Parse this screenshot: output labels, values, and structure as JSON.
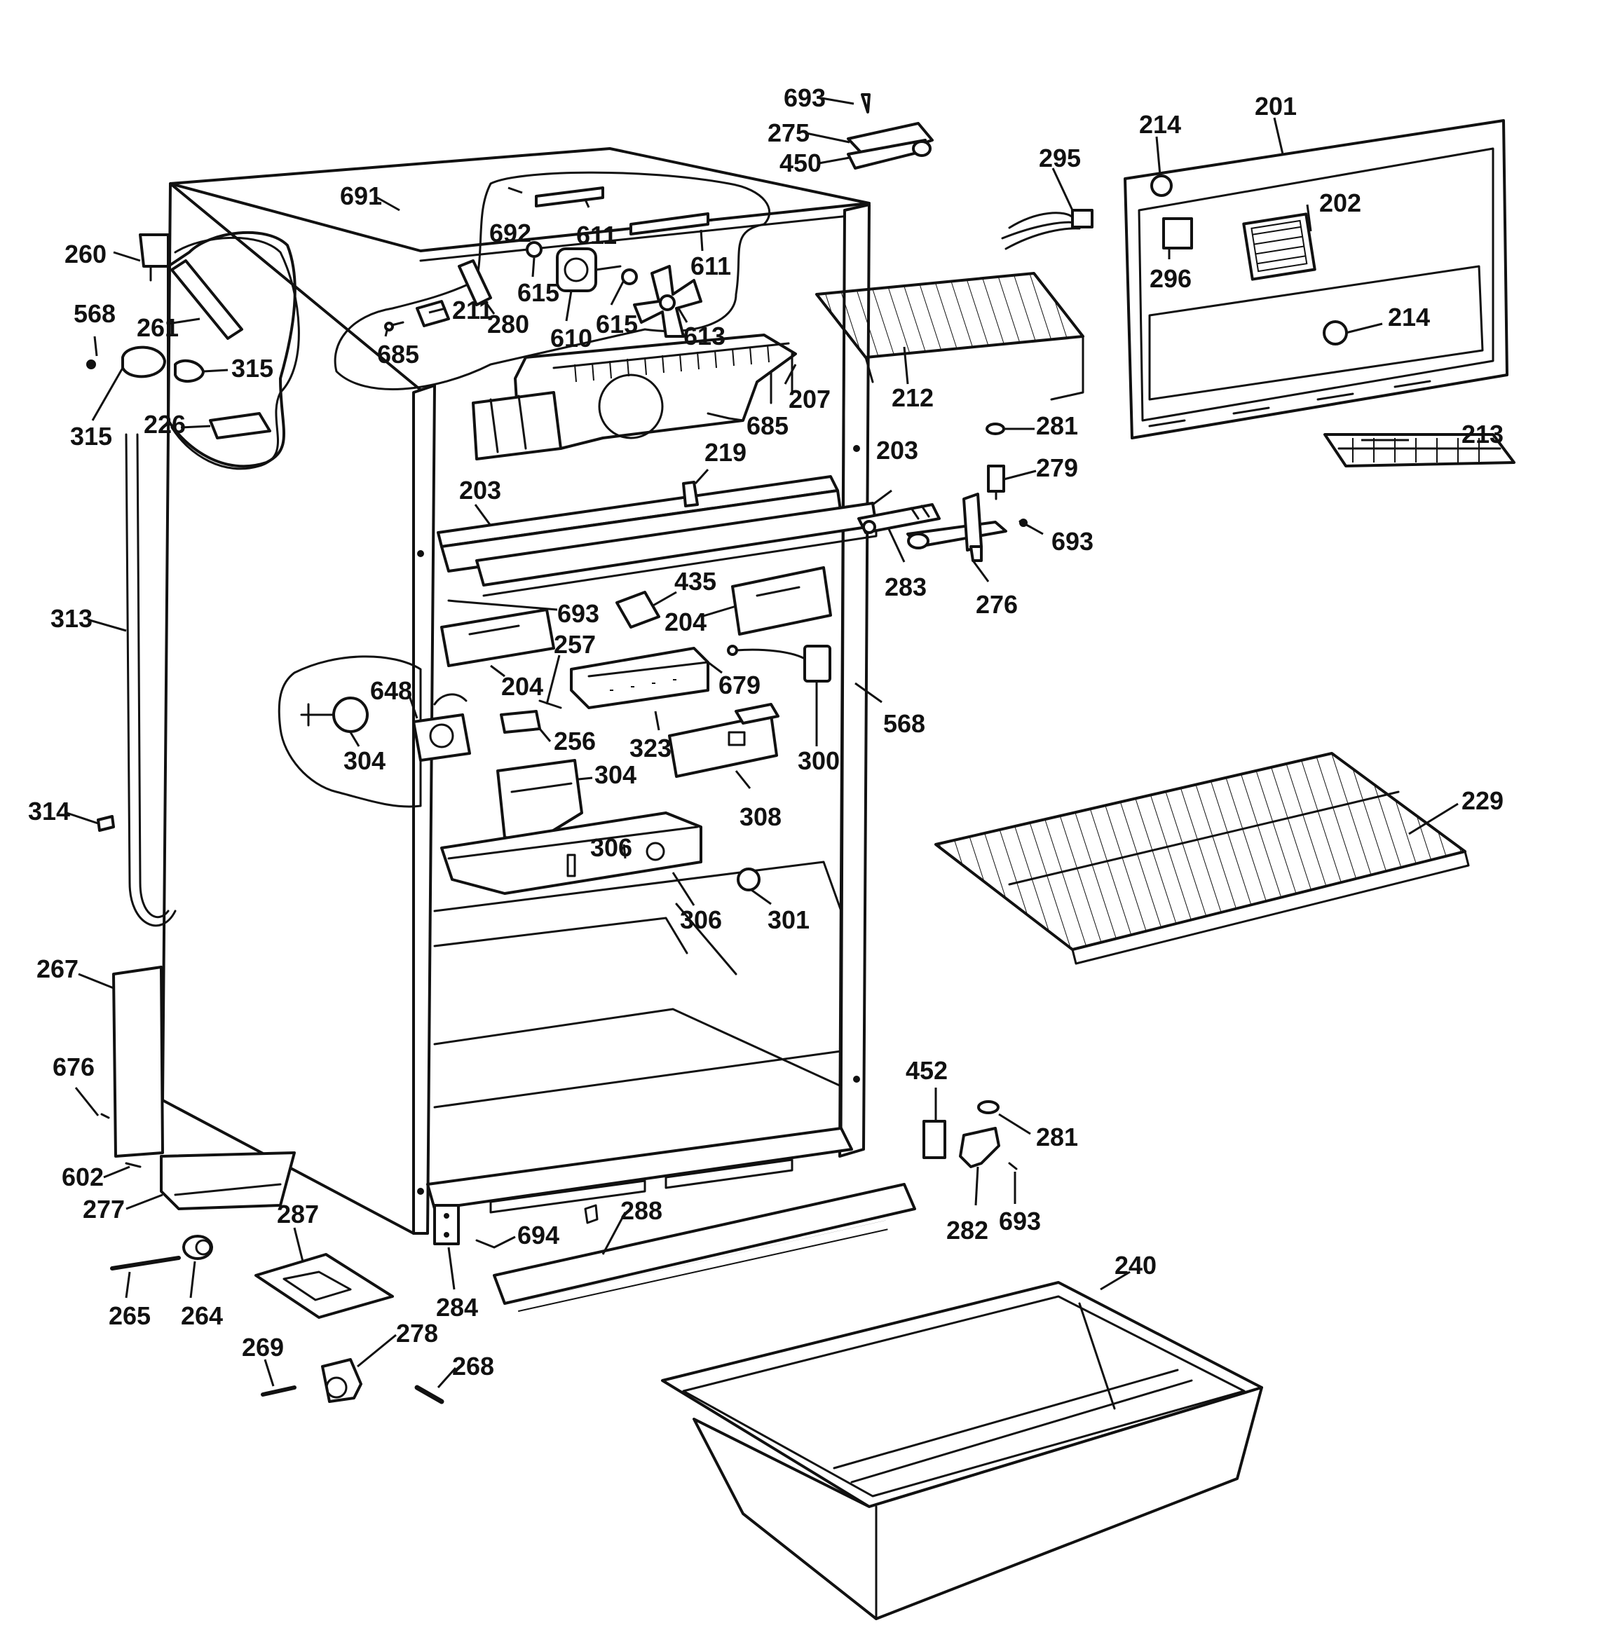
{
  "labels": [
    {
      "id": "693a",
      "text": "693"
    },
    {
      "id": "275",
      "text": "275"
    },
    {
      "id": "450",
      "text": "450"
    },
    {
      "id": "214a",
      "text": "214"
    },
    {
      "id": "201",
      "text": "201"
    },
    {
      "id": "295",
      "text": "295"
    },
    {
      "id": "202",
      "text": "202"
    },
    {
      "id": "296",
      "text": "296"
    },
    {
      "id": "214b",
      "text": "214"
    },
    {
      "id": "691",
      "text": "691"
    },
    {
      "id": "692",
      "text": "692"
    },
    {
      "id": "611a",
      "text": "611"
    },
    {
      "id": "611b",
      "text": "611"
    },
    {
      "id": "260",
      "text": "260"
    },
    {
      "id": "615a",
      "text": "615"
    },
    {
      "id": "211",
      "text": "211"
    },
    {
      "id": "280",
      "text": "280"
    },
    {
      "id": "610",
      "text": "610"
    },
    {
      "id": "615b",
      "text": "615"
    },
    {
      "id": "613",
      "text": "613"
    },
    {
      "id": "568a",
      "text": "568"
    },
    {
      "id": "261",
      "text": "261"
    },
    {
      "id": "685a",
      "text": "685"
    },
    {
      "id": "315a",
      "text": "315"
    },
    {
      "id": "315b",
      "text": "315"
    },
    {
      "id": "226",
      "text": "226"
    },
    {
      "id": "207",
      "text": "207"
    },
    {
      "id": "212",
      "text": "212"
    },
    {
      "id": "685b",
      "text": "685"
    },
    {
      "id": "281a",
      "text": "281"
    },
    {
      "id": "213",
      "text": "213"
    },
    {
      "id": "219",
      "text": "219"
    },
    {
      "id": "203a",
      "text": "203"
    },
    {
      "id": "203b",
      "text": "203"
    },
    {
      "id": "279",
      "text": "279"
    },
    {
      "id": "693b",
      "text": "693"
    },
    {
      "id": "283",
      "text": "283"
    },
    {
      "id": "276",
      "text": "276"
    },
    {
      "id": "435",
      "text": "435"
    },
    {
      "id": "693c",
      "text": "693"
    },
    {
      "id": "204a",
      "text": "204"
    },
    {
      "id": "313",
      "text": "313"
    },
    {
      "id": "257",
      "text": "257"
    },
    {
      "id": "204b",
      "text": "204"
    },
    {
      "id": "679",
      "text": "679"
    },
    {
      "id": "648",
      "text": "648"
    },
    {
      "id": "568b",
      "text": "568"
    },
    {
      "id": "256",
      "text": "256"
    },
    {
      "id": "323",
      "text": "323"
    },
    {
      "id": "304a",
      "text": "304"
    },
    {
      "id": "300",
      "text": "300"
    },
    {
      "id": "304b",
      "text": "304"
    },
    {
      "id": "308",
      "text": "308"
    },
    {
      "id": "229",
      "text": "229"
    },
    {
      "id": "314",
      "text": "314"
    },
    {
      "id": "306a",
      "text": "306"
    },
    {
      "id": "306b",
      "text": "306"
    },
    {
      "id": "301",
      "text": "301"
    },
    {
      "id": "267",
      "text": "267"
    },
    {
      "id": "676",
      "text": "676"
    },
    {
      "id": "452",
      "text": "452"
    },
    {
      "id": "281b",
      "text": "281"
    },
    {
      "id": "602",
      "text": "602"
    },
    {
      "id": "277",
      "text": "277"
    },
    {
      "id": "288",
      "text": "288"
    },
    {
      "id": "287",
      "text": "287"
    },
    {
      "id": "694",
      "text": "694"
    },
    {
      "id": "282",
      "text": "282"
    },
    {
      "id": "693d",
      "text": "693"
    },
    {
      "id": "240",
      "text": "240"
    },
    {
      "id": "265",
      "text": "265"
    },
    {
      "id": "264",
      "text": "264"
    },
    {
      "id": "284",
      "text": "284"
    },
    {
      "id": "269",
      "text": "269"
    },
    {
      "id": "278",
      "text": "278"
    },
    {
      "id": "268",
      "text": "268"
    }
  ]
}
